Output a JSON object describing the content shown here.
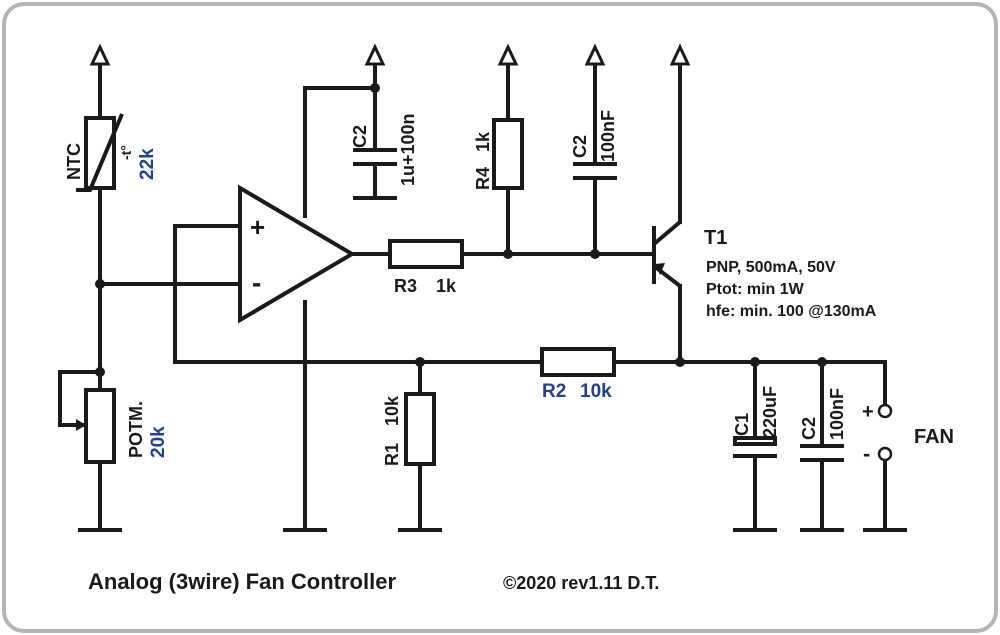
{
  "title": "Analog (3wire) Fan Controller",
  "credit": "©2020 rev1.11  D.T.",
  "components": {
    "ntc": {
      "name": "NTC",
      "value": "22k",
      "symbol": "-t°"
    },
    "potm": {
      "name": "POTM.",
      "value": "20k"
    },
    "c2_top": {
      "name": "C2",
      "value": "1u+100n"
    },
    "r4": {
      "name": "R4",
      "value": "1k"
    },
    "c2_mid": {
      "name": "C2",
      "value": "100nF"
    },
    "r3": {
      "name": "R3",
      "value": "1k"
    },
    "t1": {
      "name": "T1",
      "specs": [
        "PNP, 500mA, 50V",
        "Ptot: min 1W",
        "hfe: min. 100 @130mA"
      ]
    },
    "r1": {
      "name": "R1",
      "value": "10k"
    },
    "r2": {
      "name": "R2",
      "value": "10k"
    },
    "c1": {
      "name": "C1",
      "value": "220uF"
    },
    "c2_out": {
      "name": "C2",
      "value": "100nF"
    },
    "opamp": {
      "plus": "+",
      "minus": "-"
    },
    "fan": {
      "name": "FAN",
      "plus": "+",
      "minus": "-"
    }
  },
  "colors": {
    "wire": "#1a1a1a",
    "value_blue": "#1f3f99",
    "border": "#b0b0b0"
  }
}
